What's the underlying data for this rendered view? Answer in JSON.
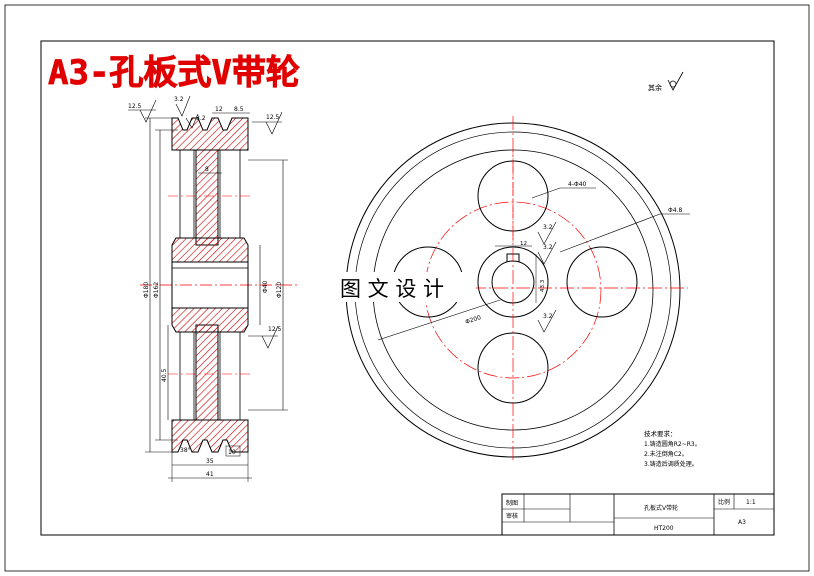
{
  "title": "A3-孔板式V带轮",
  "watermark": "图 文 设 计",
  "roughness_note": "其余",
  "colors": {
    "line": "#000000",
    "title": "#e00000",
    "hatch": "#cc0000",
    "center": "#ff0000",
    "dim": "#000000"
  },
  "side_view": {
    "roughness": {
      "top_left": "12.5",
      "groove_a": "3.2",
      "groove_b": "3.2",
      "right_top": "12.5",
      "hub_right": "12.5"
    },
    "dims": {
      "pitch_a": "12",
      "pitch_b": "8.5",
      "groove_top": "8",
      "hub_bore": "Φ40",
      "hub_dia": "Φ120",
      "outer_dia": "Φ180",
      "pitch_dia": "Φ162",
      "inner_depth": "40.5",
      "groove_angle": "38°",
      "hub_step": "10",
      "width_35": "35",
      "width_41": "41"
    }
  },
  "front_view": {
    "dims": {
      "hole_dia": "4-Φ40",
      "hole_circle": "Φ200",
      "outer_label": "Φ4.8",
      "key_width": "12",
      "key_depth": "43.3"
    },
    "roughness": {
      "key_a": "3.2",
      "key_b": "3.2",
      "key_c": "3.2"
    }
  },
  "notes": {
    "heading": "技术要求：",
    "items": [
      "1.铸造圆角R2~R3。",
      "2.未注倒角C2。",
      "3.铸造后调质处理。"
    ]
  },
  "title_block": {
    "drawn_label": "制图",
    "checked_label": "审核",
    "part_name": "孔板式V带轮",
    "material": "HT200",
    "scale_label": "比例",
    "scale_value": "1:1",
    "sheet_size": "A3"
  }
}
